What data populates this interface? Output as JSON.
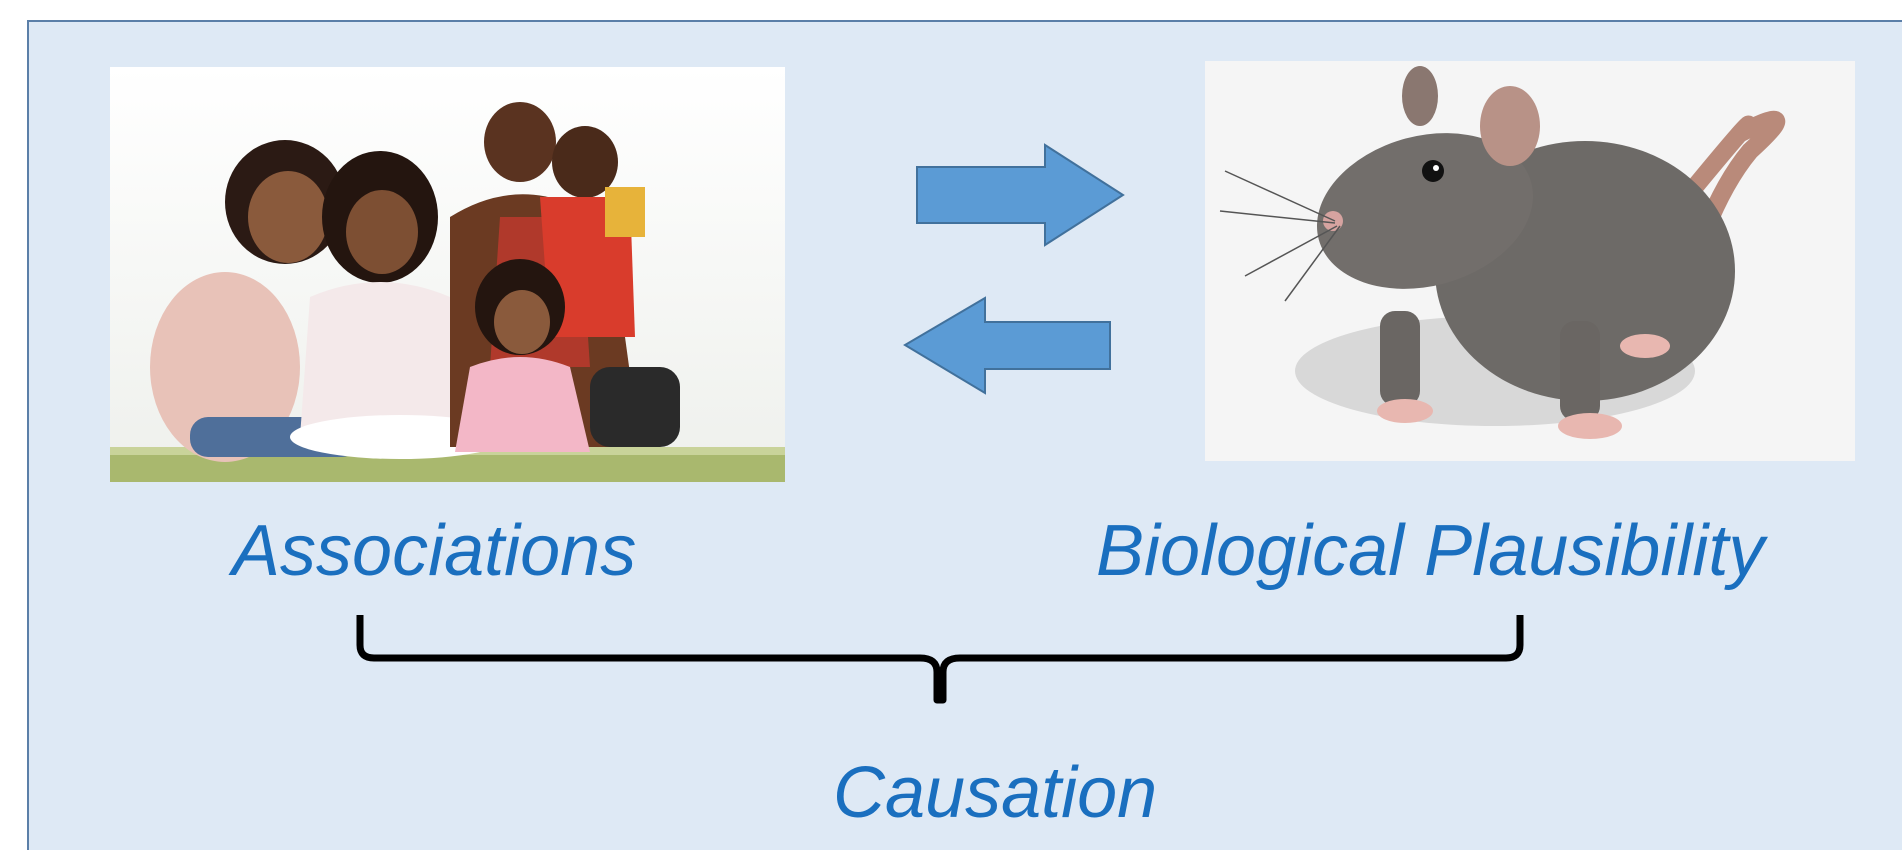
{
  "labels": {
    "associations": "Associations",
    "biological_plausibility": "Biological Plausibility",
    "causation": "Causation"
  },
  "images": {
    "left": "family-photo",
    "right": "rat-photo"
  },
  "colors": {
    "background": "#dee9f5",
    "border": "#5b7fa8",
    "label_text": "#1a6fbf",
    "arrow_fill": "#5b9bd5",
    "arrow_stroke": "#41719c",
    "brace": "#000000"
  },
  "arrows": [
    {
      "direction": "right",
      "icon": "arrow-right-icon"
    },
    {
      "direction": "left",
      "icon": "arrow-left-icon"
    }
  ]
}
